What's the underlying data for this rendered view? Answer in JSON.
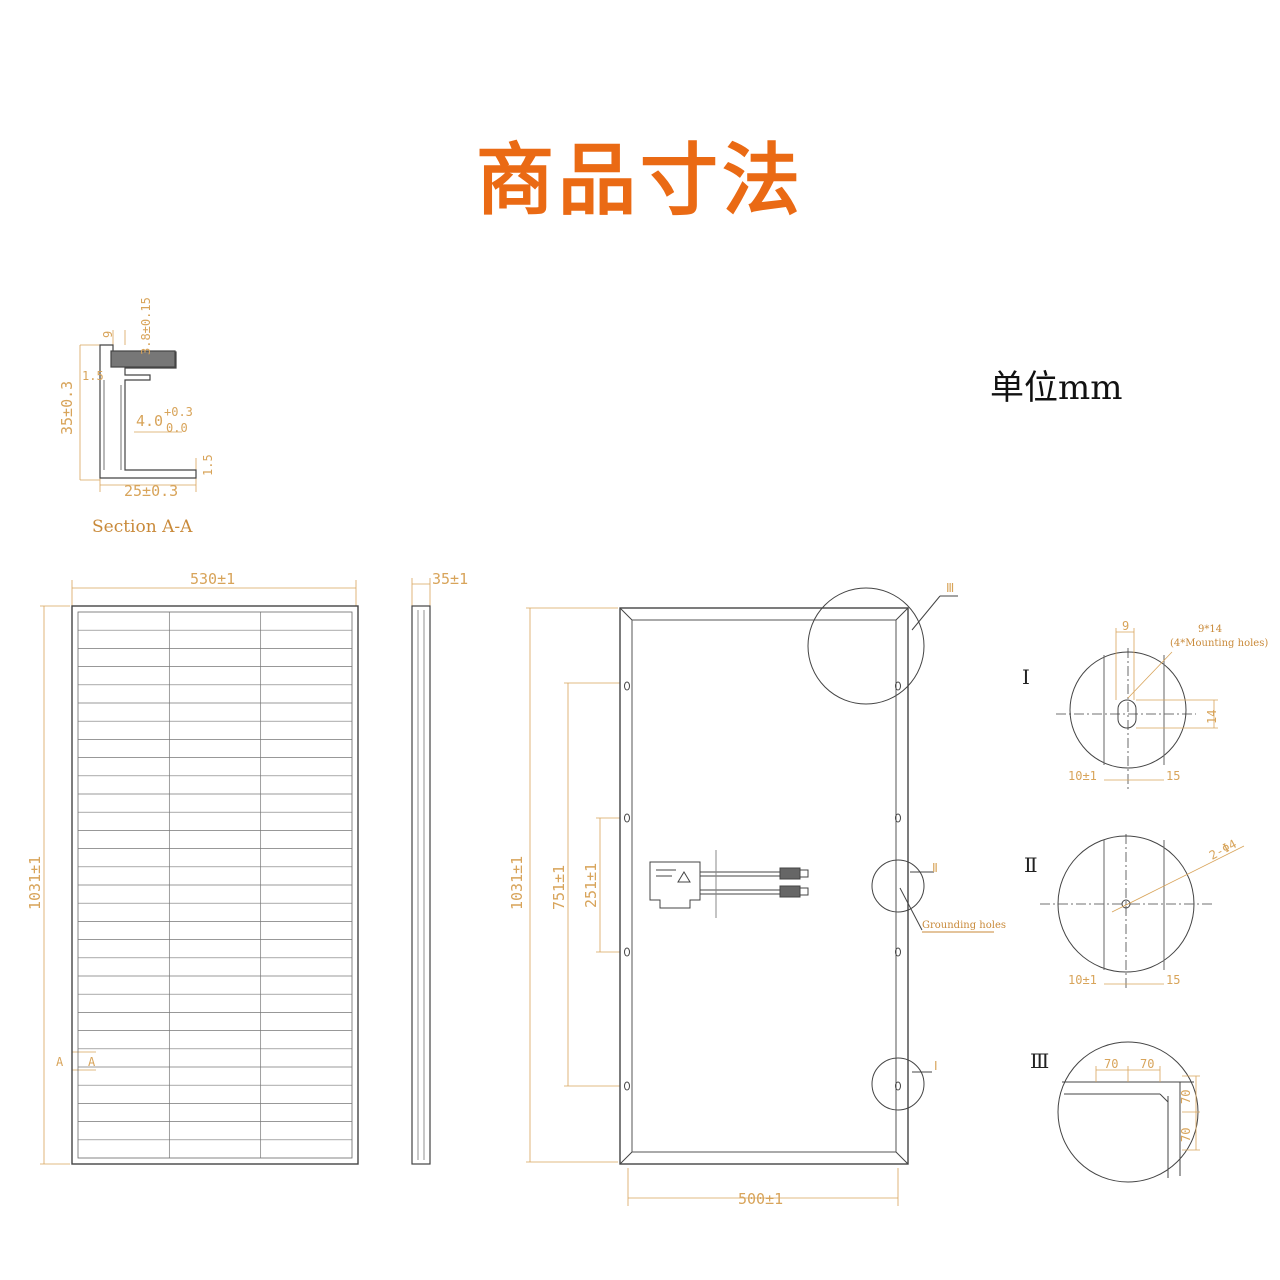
{
  "title": "商品寸法",
  "unit_label": "单位mm",
  "section": {
    "label": "Section A-A",
    "dim_top": "9",
    "dim_thickness": "3.8±0.15",
    "dim_lip": "1.5",
    "dim_height": "35±0.3",
    "dim_web_a": "4.0",
    "dim_web_tol_plus": "+0.3",
    "dim_web_tol_zero": "0.0",
    "dim_flange": "1.5",
    "dim_width": "25±0.3"
  },
  "front_view": {
    "width": "530±1",
    "height": "1031±1",
    "section_mark_left": "A",
    "section_mark_right": "A",
    "cell_columns": 3,
    "cell_rows": 30
  },
  "side_view": {
    "thickness": "35±1"
  },
  "back_view": {
    "height": "1031±1",
    "hole_span": "751±1",
    "inner_span": "251±1",
    "width": "500±1",
    "callout_top": "Ⅲ",
    "callout_mid": "Ⅱ",
    "callout_bottom": "Ⅰ",
    "grounding_label": "Grounding holes"
  },
  "detail_I": {
    "roman": "Ⅰ",
    "dim_slot_w": "9",
    "dim_note": "9*14",
    "dim_note_sub": "(4*Mounting holes)",
    "dim_slot_h": "14",
    "dim_left": "10±1",
    "dim_right": "15"
  },
  "detail_II": {
    "roman": "Ⅱ",
    "dim_hole": "2-Φ4",
    "dim_left": "10±1",
    "dim_right": "15"
  },
  "detail_III": {
    "roman": "Ⅲ",
    "dim_a": "70",
    "dim_b": "70",
    "dim_c": "70",
    "dim_d": "70"
  }
}
